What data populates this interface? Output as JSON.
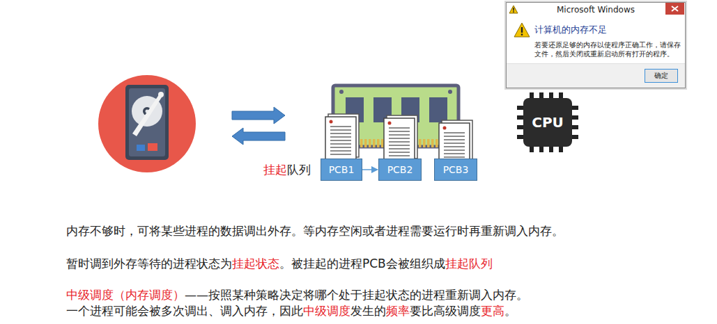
{
  "diagram": {
    "nodes": [
      {
        "text": [
          "PCB1"
        ]
      },
      {
        "text": [
          "PCB2"
        ]
      },
      {
        "text": [
          "PCB3"
        ]
      },
      {
        "text": [
          "Microsoft Windows",
          "计算机的内存不足",
          "若要还原足够的内存以使程序正确工作，请保存文件，然后关闭或重新启动所有打开的程序。"
        ]
      },
      {
        "text": [
          "确定"
        ],
        "in": 3
      },
      {
        "text": [
          "CPU"
        ]
      }
    ],
    "edges": [
      {
        "from": 0,
        "to": 1,
        "arrow": "to"
      }
    ],
    "labels": [
      "挂起",
      "队列",
      "内存不够时，可将某些进程的数据调出外存。等内存空闲或者进程需要运行时再重新调入内存。",
      "暂时调到外存等待的进程状态为",
      "挂起状态",
      "。被挂起的进程PCB会被组织成",
      "挂起队列",
      "中级调度（内存调度）",
      "——按照某种策略决定将哪个处于挂起状态的进程重新调入内存。",
      "一个进程可能会被多次调出、调入内存，因此",
      "中级调度",
      "发生的",
      "频率",
      "要比高级调度",
      "更高",
      "。"
    ]
  }
}
